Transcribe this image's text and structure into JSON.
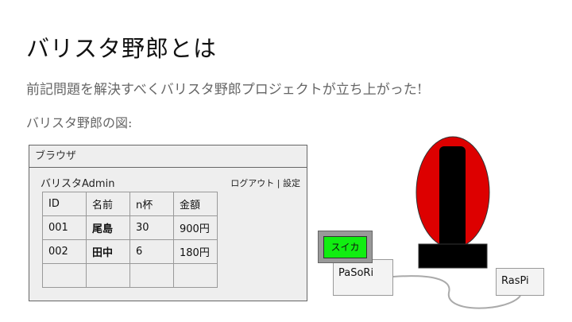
{
  "slide": {
    "title": "バリスタ野郎とは",
    "subtitle": "前記問題を解決すべくバリスタ野郎プロジェクトが立ち上がった!",
    "caption": "バリスタ野郎の図:"
  },
  "browser": {
    "window_title": "ブラウザ",
    "app_title": "バリスタAdmin",
    "logout_label": "ログアウト",
    "separator": "|",
    "settings_label": "設定",
    "table": {
      "headers": [
        "ID",
        "名前",
        "n杯",
        "金額"
      ],
      "rows": [
        [
          "001",
          "尾島",
          "30",
          "900円"
        ],
        [
          "002",
          "田中",
          "6",
          "180円"
        ],
        [
          "",
          "",
          "",
          ""
        ]
      ]
    }
  },
  "hardware": {
    "card_label": "スイカ",
    "reader_label": "PaSoRi",
    "pi_label": "RasPi"
  },
  "colors": {
    "barista_body": "#dd0000",
    "barista_core": "#000000",
    "card": "#11ee11"
  }
}
